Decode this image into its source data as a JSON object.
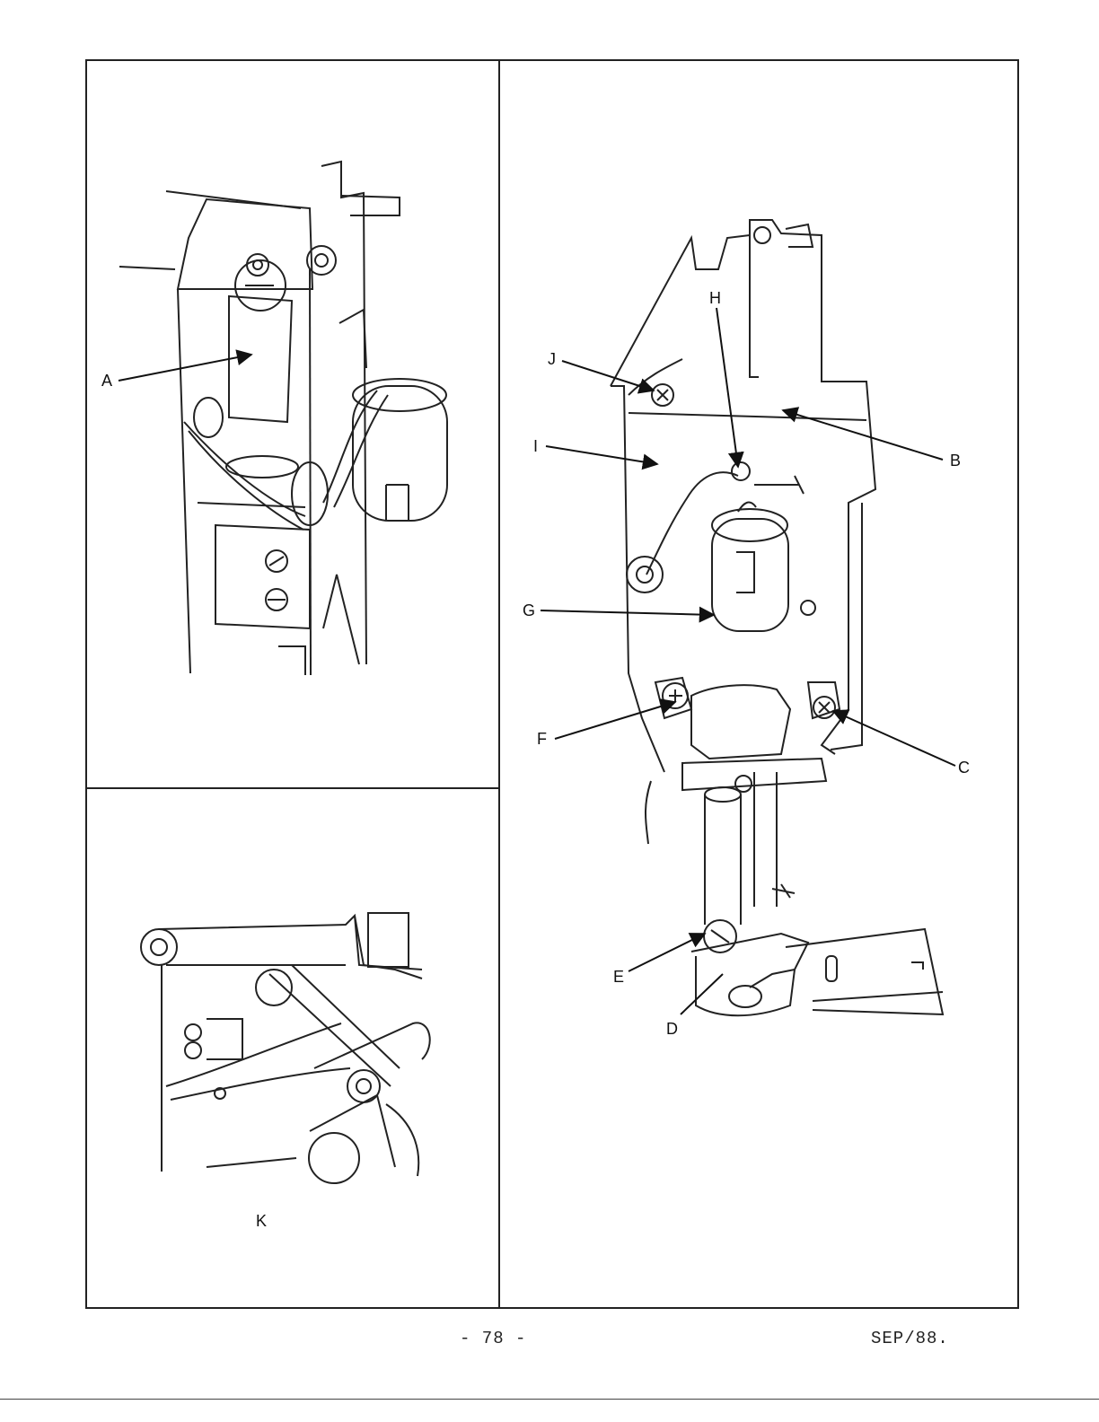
{
  "labels": {
    "a": "A",
    "b": "B",
    "c": "C",
    "d": "D",
    "e": "E",
    "f": "F",
    "g": "G",
    "h": "H",
    "i": "I",
    "j": "J",
    "k": "K"
  },
  "footer": {
    "page_number": "- 78 -",
    "date": "SEP/88."
  }
}
